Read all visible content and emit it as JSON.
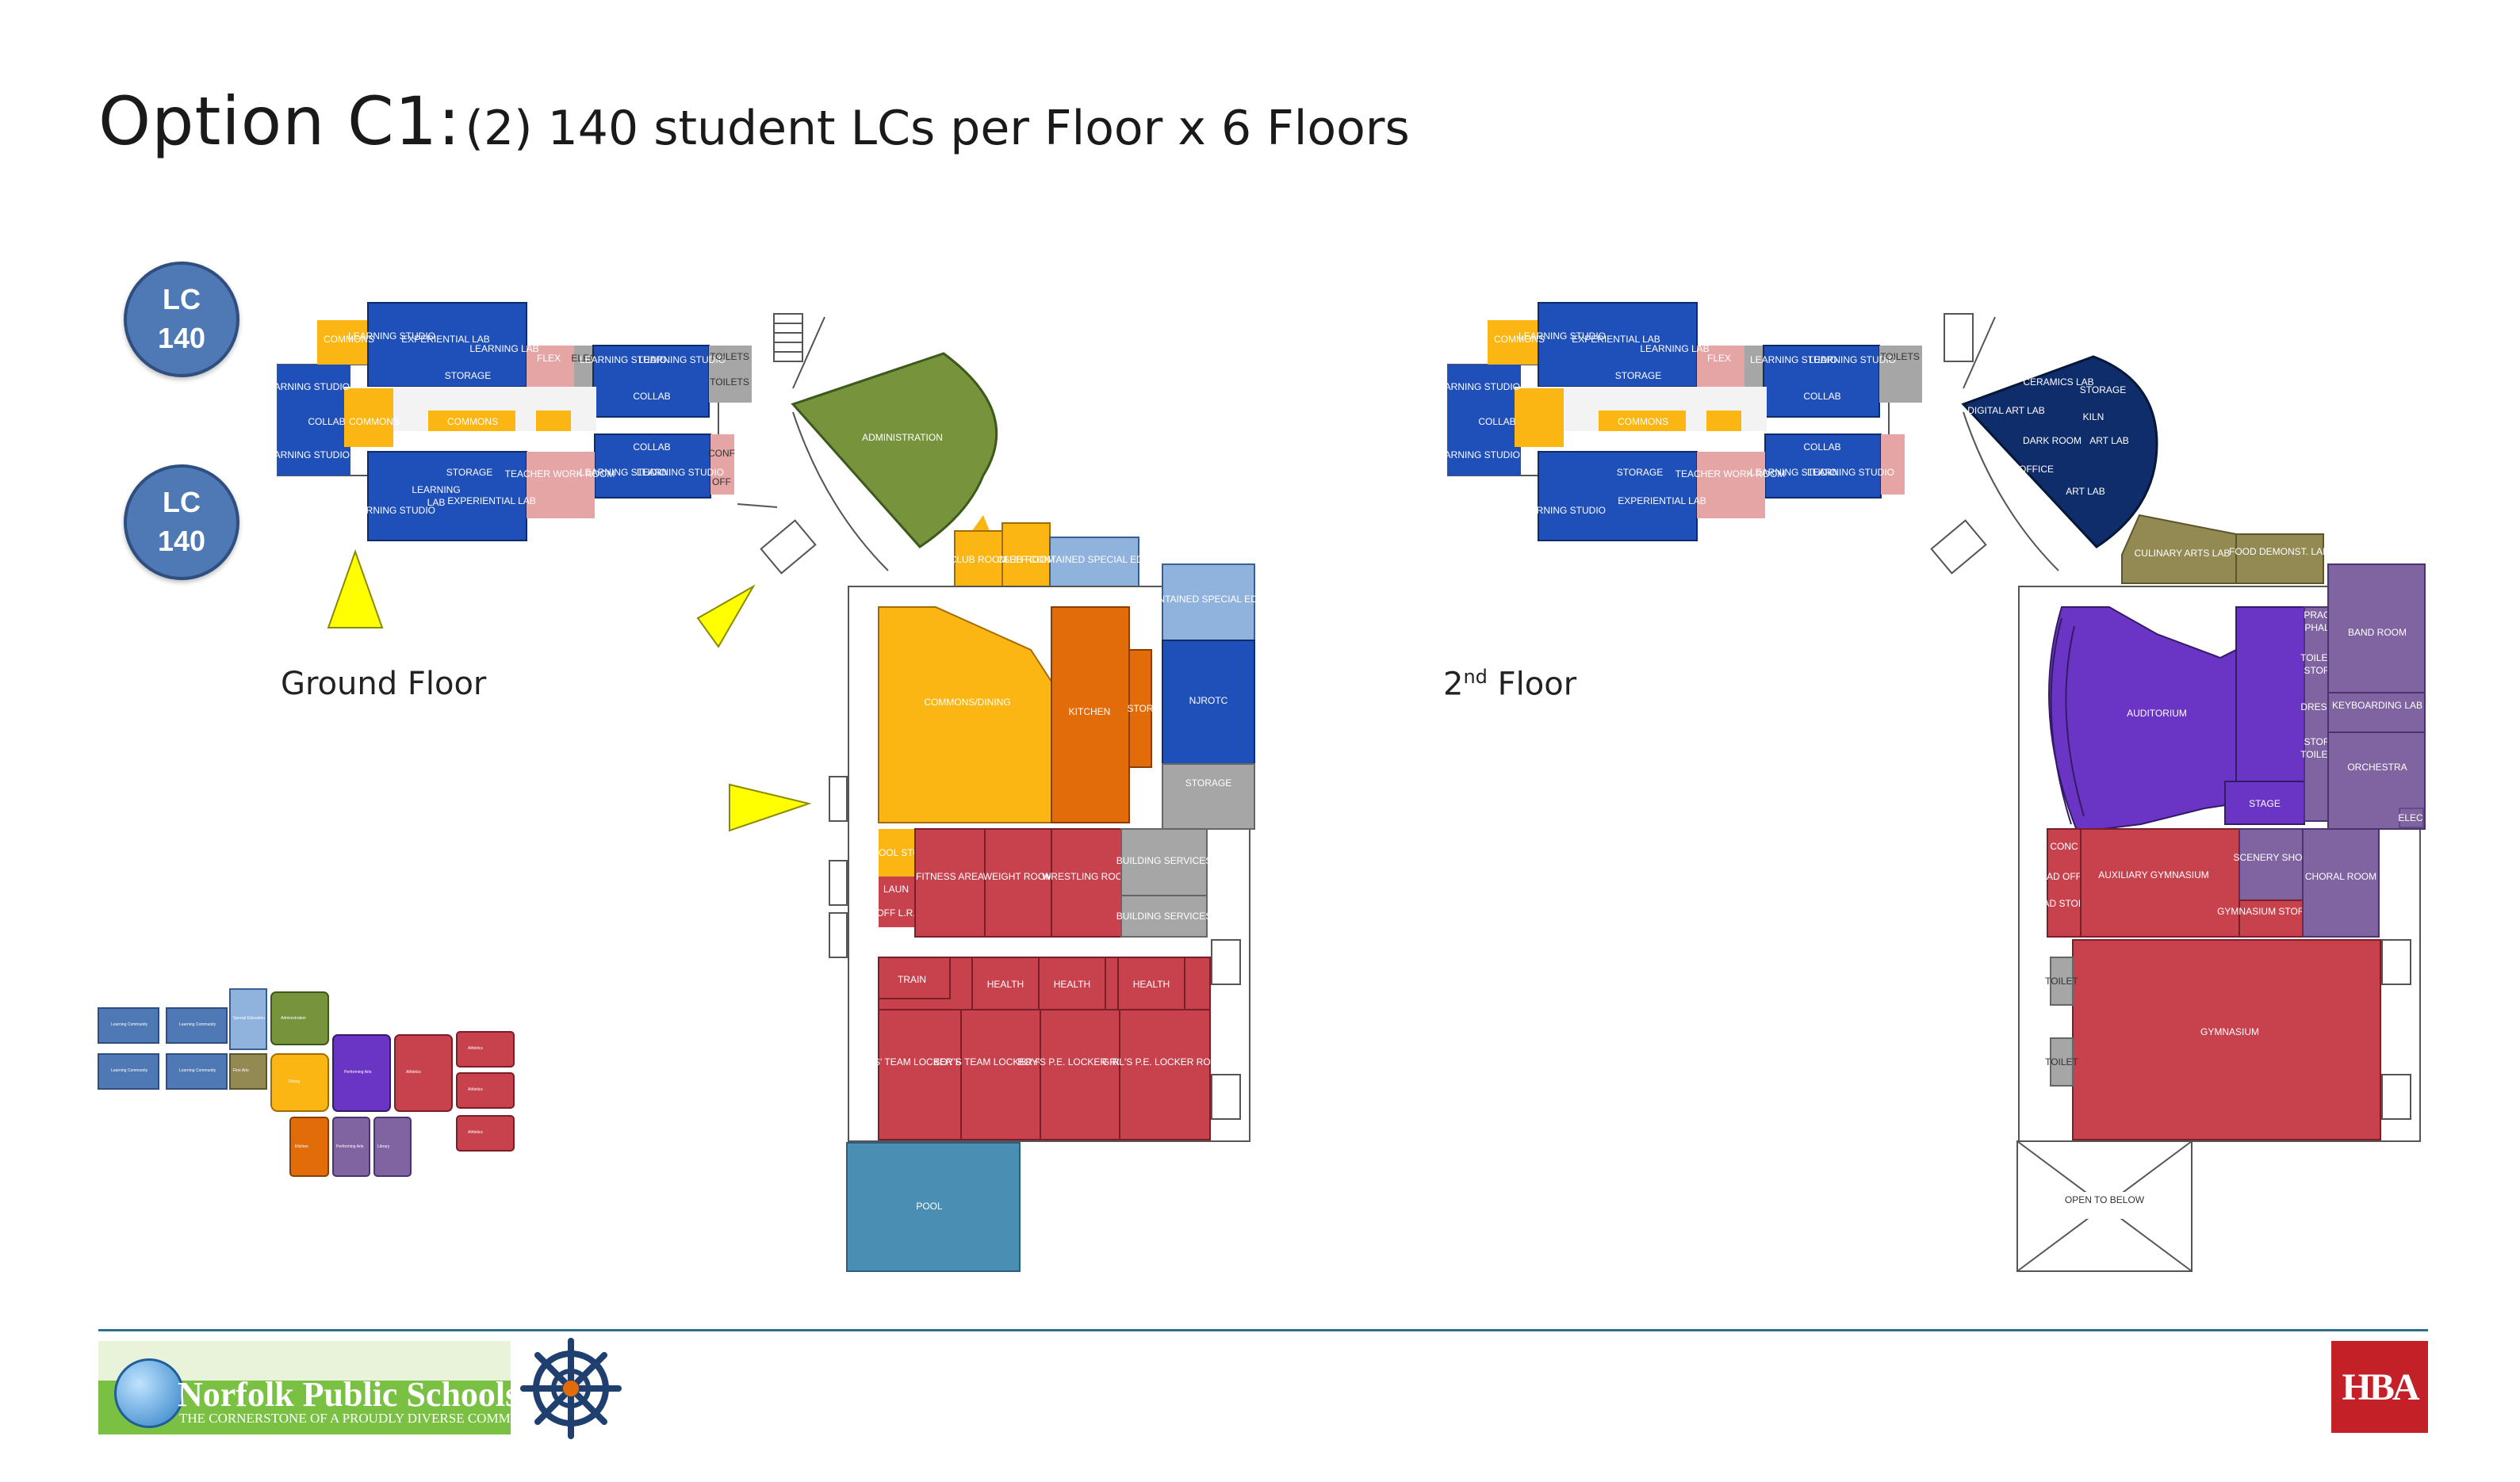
{
  "slide": {
    "title_main": "Option C1:",
    "title_sub": "(2) 140 student LCs per Floor x 6 Floors"
  },
  "badges": [
    {
      "label": "LC",
      "value": "140"
    },
    {
      "label": "LC",
      "value": "140"
    }
  ],
  "floors": {
    "ground": {
      "label": "Ground Floor",
      "wing_rooms": [
        "COMMONS",
        "LEARNING STUDIO",
        "EXPERIENTIAL LAB",
        "LEARNING LAB",
        "STORAGE",
        "FLEX",
        "ELEC",
        "LEARNING STUDIO",
        "LEARNING STUDIO",
        "TOILETS",
        "TOILETS",
        "COLLAB",
        "LEARNING STUDIO",
        "COLLAB",
        "COMMONS",
        "COMMONS",
        "LEARNING STUDIO",
        "COLLAB",
        "STORAGE",
        "TEACHER WORK ROOM",
        "LEARNING STUDIO",
        "LEARNING STUDIO",
        "CONF",
        "OFF",
        "LEARNING STUDIO",
        "LAB",
        "EXPERIENTIAL LAB",
        "LEARNING"
      ],
      "rooms": {
        "administration": "ADMINISTRATION",
        "club1": "CLUB ROOM",
        "club2": "CLUB ROOM",
        "sped1": "SELF CONTAINED SPECIAL EDUCATION",
        "sped2": "SELF CONTAINED SPECIAL EDUCATION",
        "commons_dining": "COMMONS/DINING",
        "kitchen": "KITCHEN",
        "stor": "STOR",
        "njrotc": "NJROTC",
        "storage": "STORAGE",
        "school_store": "SCHOOL STORE",
        "laun": "LAUN",
        "off_lr": "OFF L.R.",
        "fitness": "FITNESS AREA",
        "weight": "WEIGHT ROOM",
        "wrestling": "WRESTLING ROOM",
        "bldg1": "BUILDING SERVICES",
        "bldg2": "BUILDING SERVICES",
        "train": "TRAIN",
        "health1": "HEALTH",
        "health2": "HEALTH",
        "health3": "HEALTH",
        "girls_team": "GIRLS' TEAM LOCKER ROOM",
        "boys_team": "BOY'S TEAM LOCKER ROOM",
        "boys_pe": "BOY'S P.E. LOCKER ROOM",
        "girls_pe": "GIRL'S P.E. LOCKER ROOM",
        "pool": "POOL"
      }
    },
    "second": {
      "label_prefix": "2",
      "label_sup": "nd",
      "label_suffix": " Floor",
      "rooms": {
        "ceramics": "CERAMICS LAB",
        "storage": "STORAGE",
        "kiln": "KILN",
        "digital": "DIGITAL ART LAB",
        "dark": "DARK ROOM",
        "art1": "ART LAB",
        "office": "OFFICE",
        "art2": "ART LAB",
        "culinary": "CULINARY ARTS LAB",
        "food": "FOOD DEMONST. LAB",
        "band": "BAND ROOM",
        "keyboarding": "KEYBOARDING LAB",
        "orchestra": "ORCHESTRA",
        "auditorium": "AUDITORIUM",
        "prac": "PRAC",
        "phal": "PHAL",
        "toilet": "TOILET",
        "stor": "STOR",
        "dress": "DRESS",
        "stor2": "STOR",
        "toilet2": "TOILET",
        "stage": "STAGE",
        "elec": "ELEC",
        "conc": "CONC",
        "ad_off": "AD OFF",
        "ad_stor": "AD STOR",
        "aux_gym": "AUXILIARY GYMNASIUM",
        "scenery": "SCENERY SHOP",
        "gym_storage": "GYMNASIUM STORAGE",
        "choral": "CHORAL ROOM",
        "toilet3": "TOILET",
        "toilet4": "TOILET",
        "gymnasium": "GYMNASIUM",
        "open_below": "OPEN TO BELOW"
      }
    }
  },
  "legend": {
    "labels": [
      "Learning Community",
      "Learning Community",
      "Learning Community",
      "Learning Community",
      "Special Education",
      "Administration",
      "Fine Arts",
      "Dining",
      "Athletics",
      "Athletics",
      "Athletics",
      "Athletics",
      "Kitchen",
      "Performing Arts",
      "Performing Arts",
      "Library"
    ]
  },
  "footer": {
    "nps_name": "Norfolk Public Schools",
    "nps_tagline": "THE CORNERSTONE OF A PROUDLY DIVERSE COMMUNITY",
    "hba": "HBA"
  },
  "colors": {
    "blue": "#1f4fb8",
    "yellow": "#fbb614",
    "green": "#77933c",
    "navy": "#0f2c6b",
    "red": "#c8424e",
    "orange": "#e36c0a",
    "purple": "#6a34c4",
    "lavender": "#8064a2",
    "grey": "#a6a6a6",
    "pool": "#4a8fb3",
    "pink": "#e6a5a5"
  }
}
